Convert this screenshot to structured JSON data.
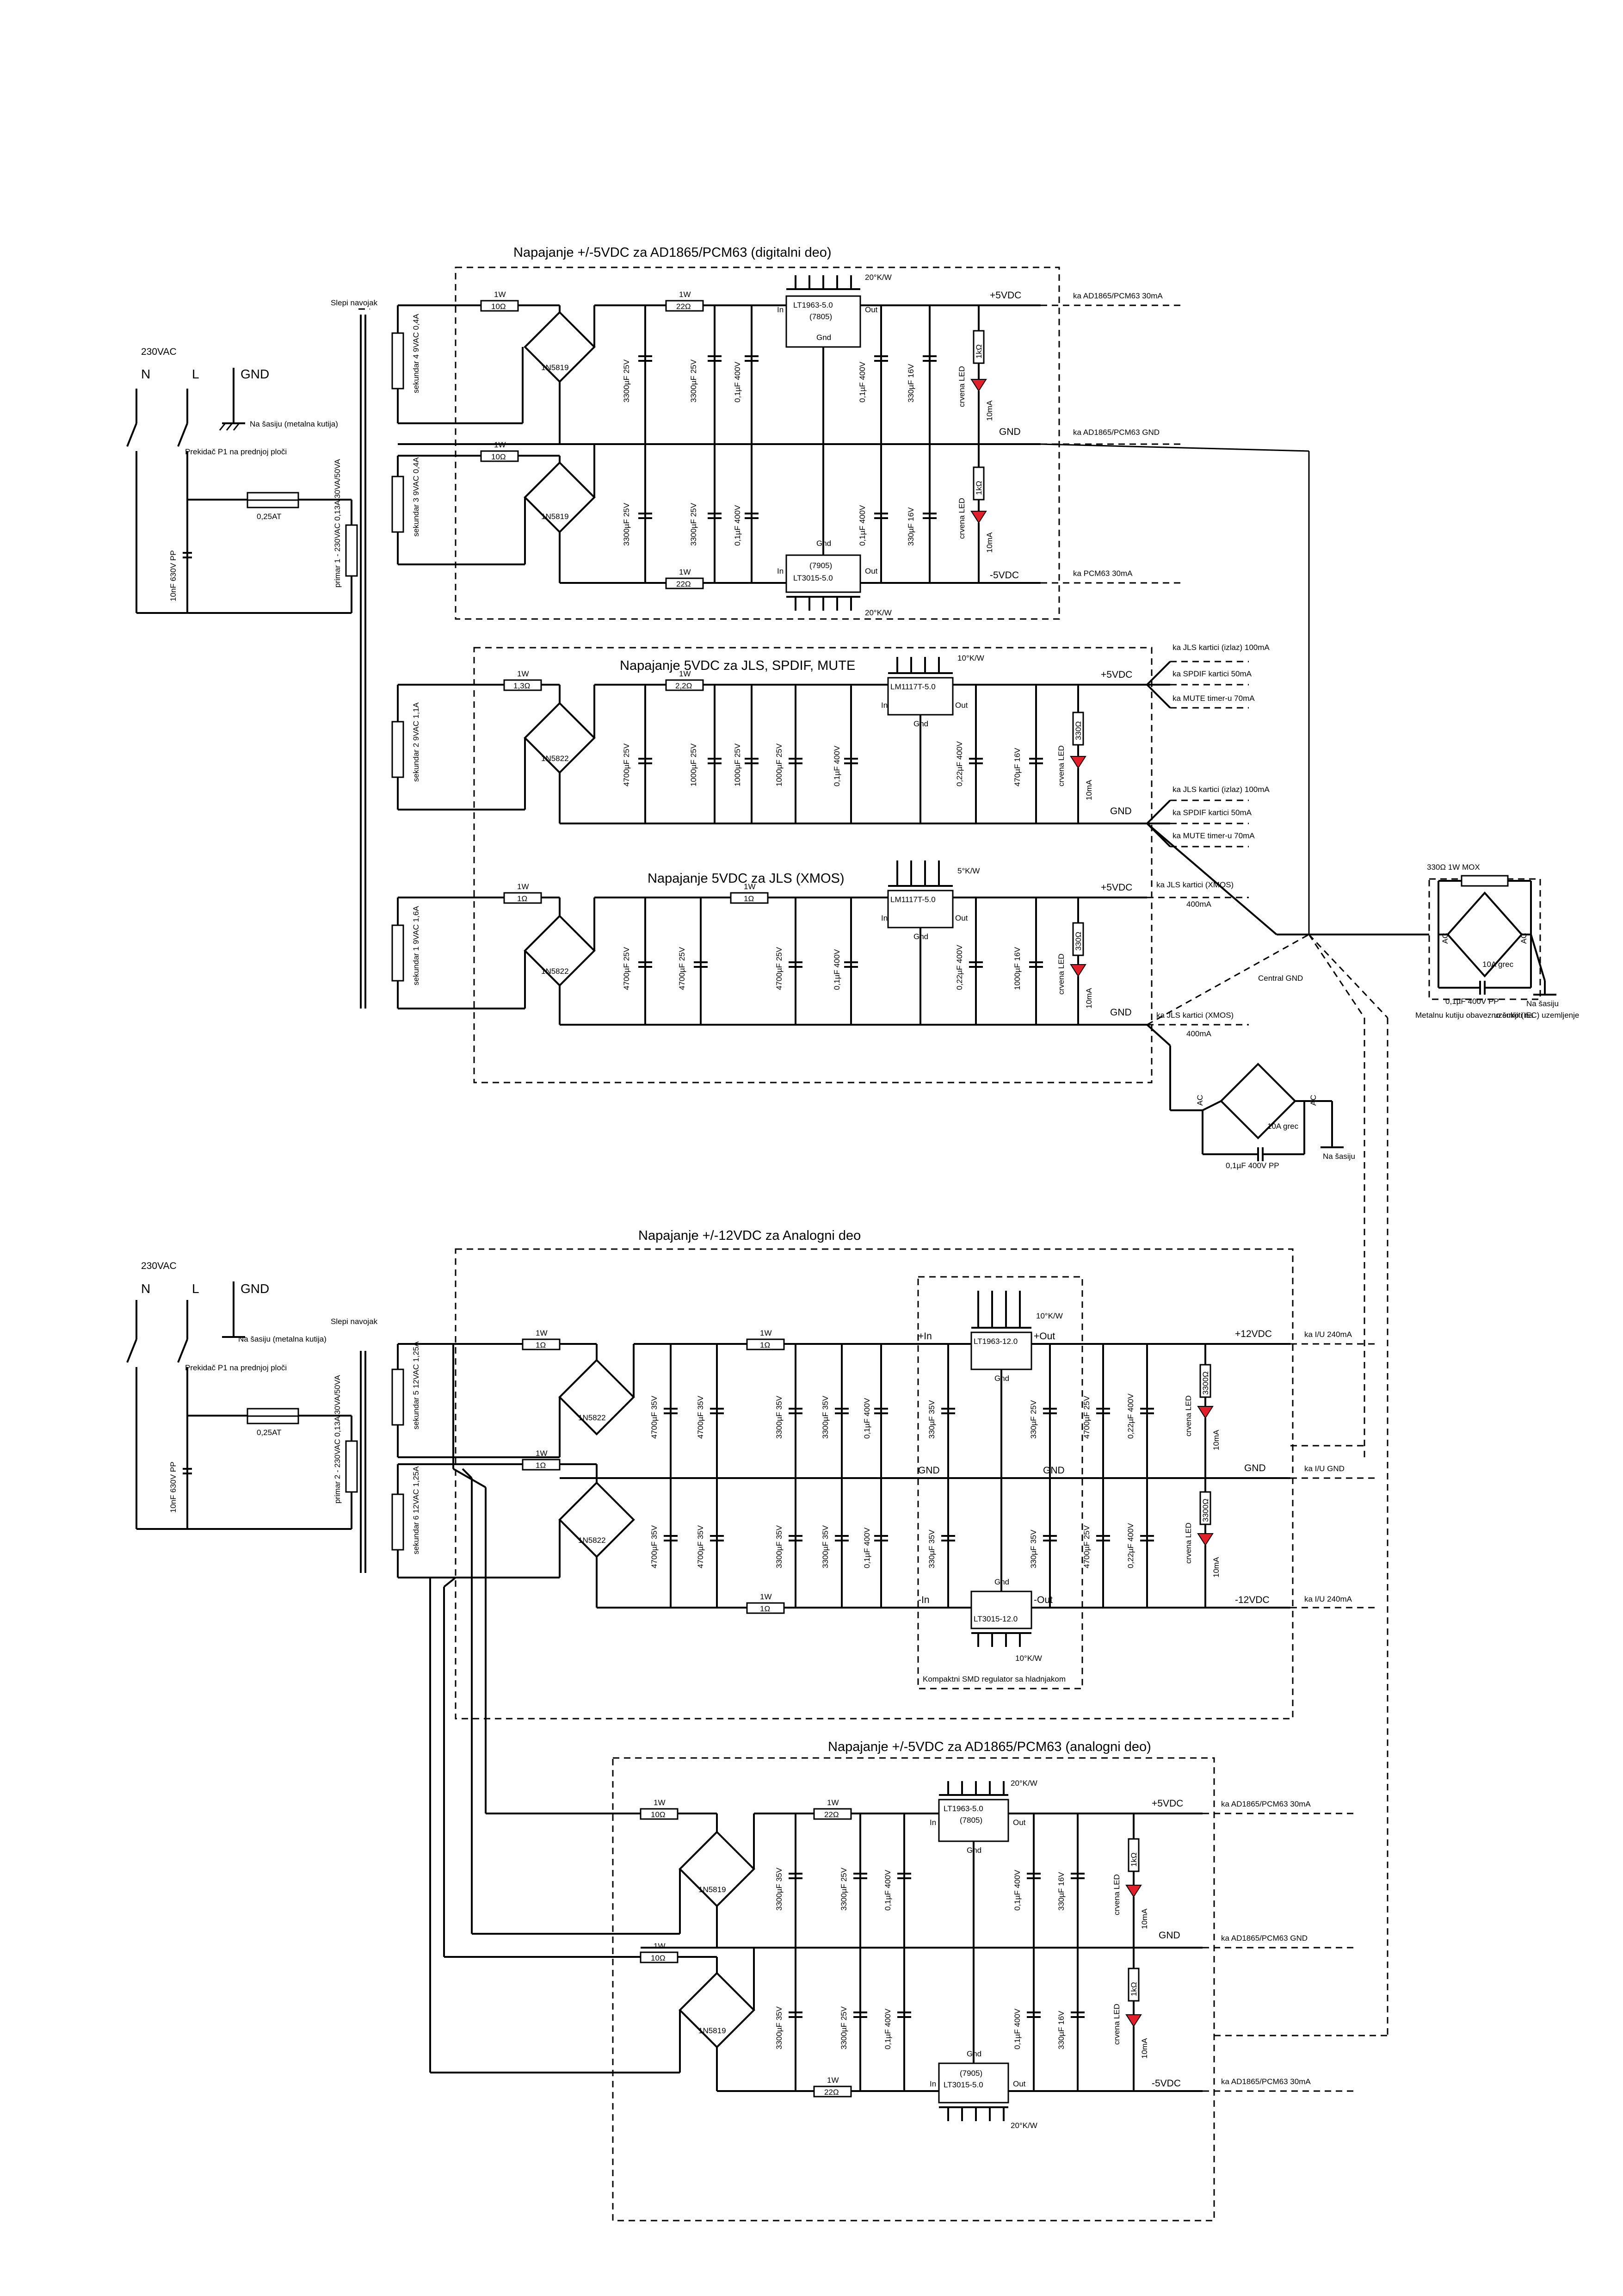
{
  "sections": {
    "digital5": "Napajanje +/-5VDC za AD1865/PCM63 (digitalni  deo)",
    "jls5": "Napajanje 5VDC za JLS, SPDIF, MUTE",
    "xmos5": "Napajanje 5VDC za JLS (XMOS)",
    "analog12": "Napajanje +/-12VDC za  Analogni deo",
    "analog5": "Napajanje +/-5VDC za AD1865/PCM63 (analogni  deo)"
  },
  "mains": {
    "n": "N",
    "l": "L",
    "v230": "230VAC",
    "gnd": "GND",
    "chassis": "Na šasiju (metalna kutija)",
    "switch": "Prekidač P1 na prednjoj ploči",
    "fuse": "0,25AT",
    "cap": "10nF 630V PP",
    "shield": "Slepi navojak"
  },
  "transformer": {
    "primary1": "primar 1 - 230VAC 0,13A  30VA/50VA",
    "primary2": "primar 2 - 230VAC 0,13A  30VA/50VA",
    "sec1": "sekundar 1 9VAC 1,6A",
    "sec2": "sekundar 2 9VAC 1,1A",
    "sec3": "sekundar 3 9VAC 0,4A",
    "sec4": "sekundar 4 9VAC 0,4A",
    "sec5": "sekundar 5 12VAC 1,25A",
    "sec6": "sekundar 6 12VAC 1,25A"
  },
  "parts": {
    "r1w": "1W",
    "r10": "10Ω",
    "r22": "22Ω",
    "r13": "1,3Ω",
    "r2_2": "2,2Ω",
    "r1": "1Ω",
    "d5819": "1N5819",
    "d5822": "1N5822",
    "c3300_25": "3300µF 25V",
    "c3300_35": "3300µF 35V",
    "c4700_25": "4700µF 25V",
    "c4700_35": "4700µF 35V",
    "c1000_25": "1000µF 25V",
    "c1000_16": "1000µF 16V",
    "c01_400": "0,1µF 400V",
    "c022_400": "0,22µF 400V",
    "c330_16": "330µF 16V",
    "c330_25": "330µF 25V",
    "c330_35": "330µF 35V",
    "c470_16": "470µF 16V",
    "reg1963_5": "LT1963-5.0",
    "reg7805": "(7805)",
    "reg3015_5": "LT3015-5.0",
    "reg7905": "(7905)",
    "lm1117": "LM1117T-5.0",
    "reg1963_12": "LT1963-12.0",
    "reg3015_12": "LT3015-12.0",
    "hs20": "20°K/W",
    "hs10": "10°K/W",
    "hs5": "5°K/W",
    "in": "In",
    "out": "Out",
    "gnd": "Gnd",
    "pin_in": "+In",
    "pin_out": "+Out",
    "pin_min": "-In",
    "pin_mout": "-Out",
    "pin_gnd": "GND",
    "r1k": "1kΩ",
    "r330": "330Ω",
    "r3300": "3300Ω",
    "led": "crvena LED",
    "ma10": "10mA",
    "smd": "Kompaktni SMD regulator sa hladnjakom"
  },
  "rails": {
    "p5": "+5VDC",
    "m5": "-5VDC",
    "gnd": "GND",
    "p12": "+12VDC",
    "m12": "-12VDC"
  },
  "loads": {
    "ad_p5": "ka AD1865/PCM63 30mA",
    "ad_gnd": "ka AD1865/PCM63 GND",
    "pcm_m5": "ka PCM63 30mA",
    "jls_out": "ka JLS kartici (izlaz) 100mA",
    "spdif": "ka SPDIF kartici 50mA",
    "mute": "ka MUTE timer-u 70mA",
    "xmos": "ka JLS kartici (XMOS)",
    "ma400": "400mA",
    "iu240": "ka I/U 240mA",
    "iu_gnd": "ka I/U GND",
    "central": "Central GND",
    "ad_m5": "ka AD1865/PCM63 30mA"
  },
  "ground": {
    "mox": "330Ω 1W MOX",
    "ac": "AC",
    "grec": "10A grec",
    "cpp": "0,1µF 400V PP",
    "metal": "Metalnu kutiju obavezno šuko (IEC) uzemljenje",
    "uzem": "uzemljiti na",
    "chassis": "Na šasiju"
  },
  "colors": {
    "ink": "#000000",
    "led": "#e0202a"
  }
}
